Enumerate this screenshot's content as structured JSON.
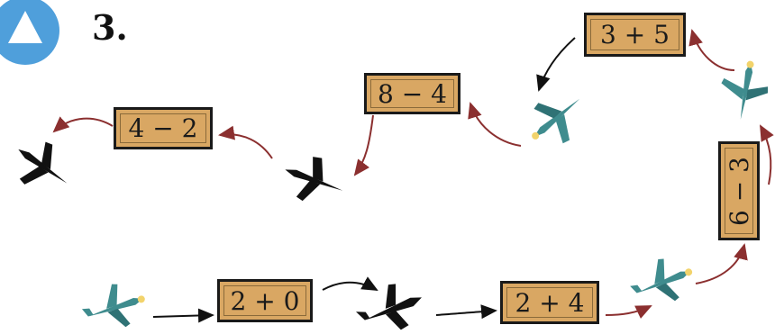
{
  "exercise": {
    "marker_icon": "triangle-icon",
    "number": "3."
  },
  "expressions": [
    {
      "label": "3 + 5"
    },
    {
      "label": "8 − 4"
    },
    {
      "label": "4 − 2"
    },
    {
      "label": "6 − 3"
    },
    {
      "label": "2 + 0"
    },
    {
      "label": "2 + 4"
    }
  ],
  "colors": {
    "box_fill": "#d9a763",
    "arrow_red": "#8b2f2f",
    "plane_teal": "#3f8c8e",
    "plane_black": "#111111",
    "marker_blue": "#4f9fdb"
  }
}
